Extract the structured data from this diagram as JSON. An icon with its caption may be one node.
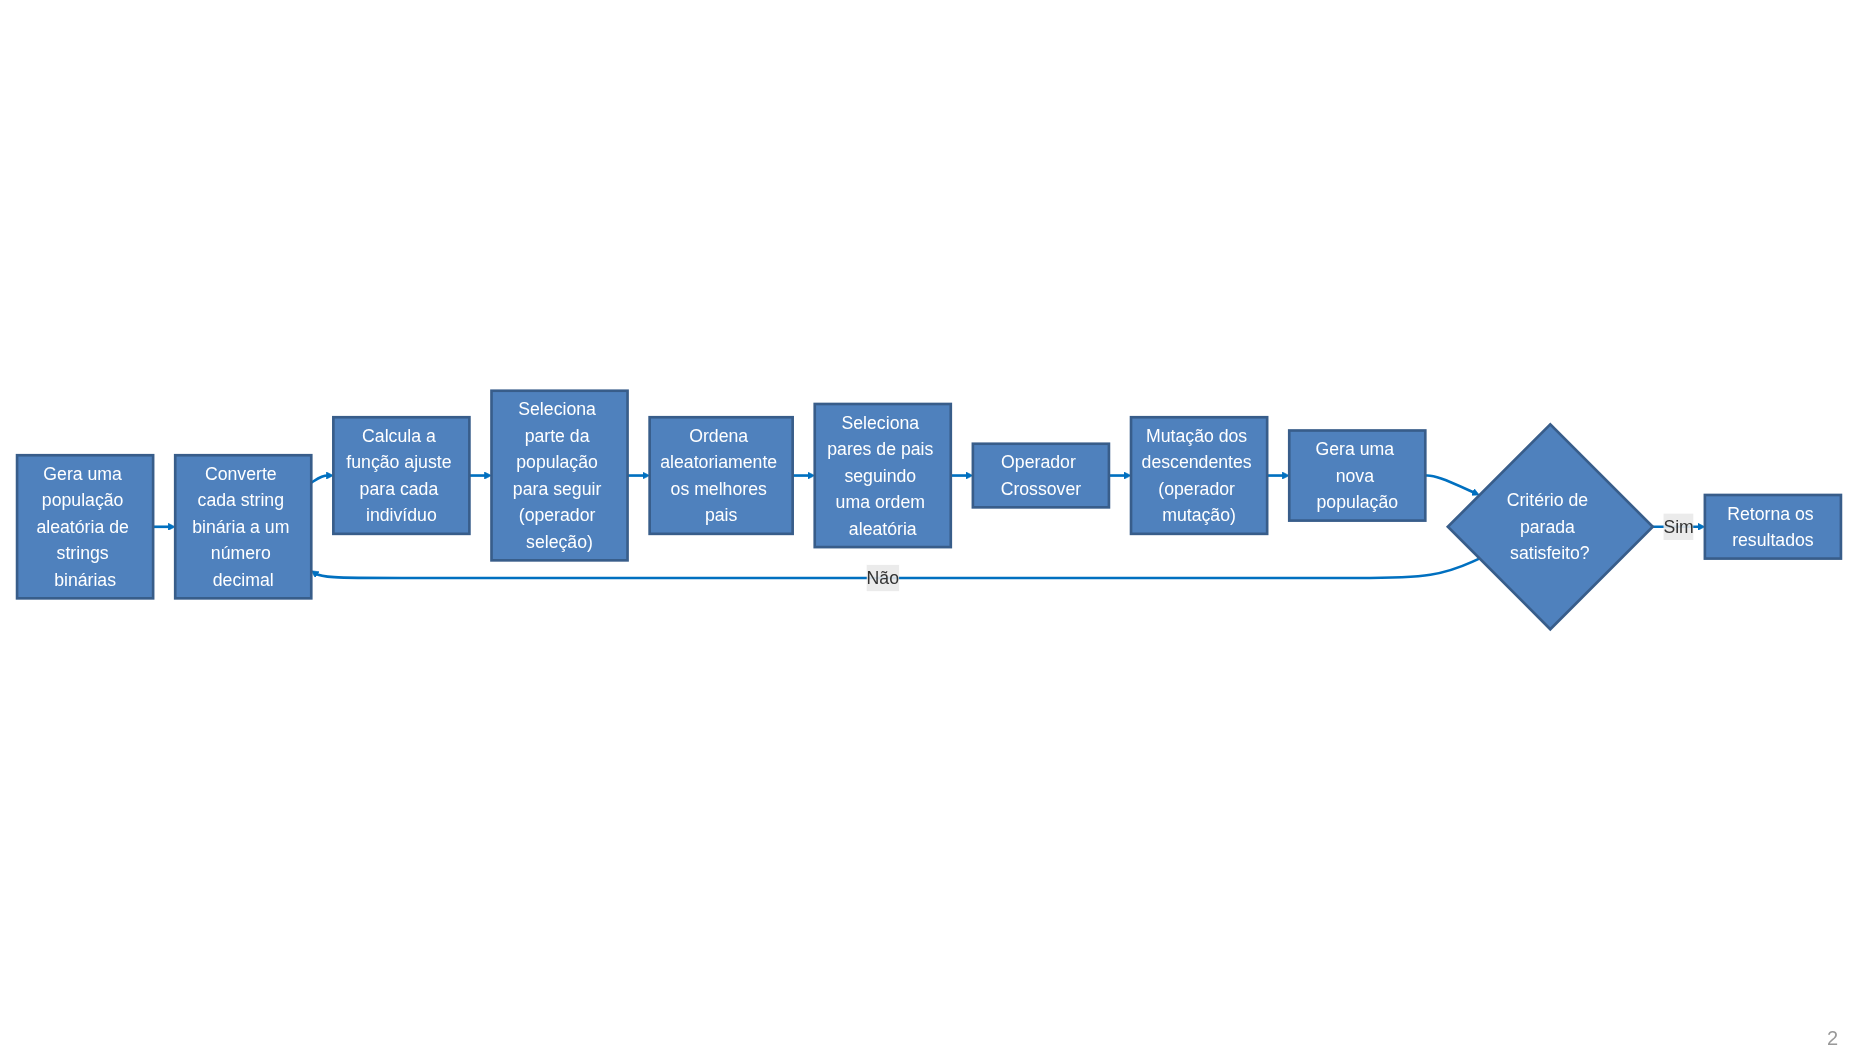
{
  "diagram": {
    "nodes": [
      {
        "text": [
          "Gera uma população aleatória de strings binárias"
        ]
      },
      {
        "text": [
          "Converte cada string binária a um número decimal"
        ]
      },
      {
        "text": [
          "Calcula a função ajuste para cada indivíduo"
        ]
      },
      {
        "text": [
          "Seleciona parte da população para seguir (operador seleção)"
        ]
      },
      {
        "text": [
          "Ordena aleatoriamente os melhores pais"
        ]
      },
      {
        "text": [
          "Seleciona pares de pais seguindo uma ordem aleatória"
        ]
      },
      {
        "text": [
          "Operador Crossover"
        ]
      },
      {
        "text": [
          "Mutação dos descendentes (operador mutação)"
        ]
      },
      {
        "text": [
          "Gera uma nova população"
        ]
      },
      {
        "text": [
          "Critério de parada satisfeito?"
        ]
      },
      {
        "text": [
          "Retorna os resultados"
        ]
      }
    ],
    "edges": [
      {
        "from": 0,
        "to": 1,
        "arrow": "to"
      },
      {
        "from": 1,
        "to": 2,
        "arrow": "to"
      },
      {
        "from": 2,
        "to": 3,
        "arrow": "to"
      },
      {
        "from": 3,
        "to": 4,
        "arrow": "to"
      },
      {
        "from": 4,
        "to": 5,
        "arrow": "to"
      },
      {
        "from": 5,
        "to": 6,
        "arrow": "to"
      },
      {
        "from": 6,
        "to": 7,
        "arrow": "to"
      },
      {
        "from": 7,
        "to": 8,
        "arrow": "to"
      },
      {
        "from": 8,
        "to": 9,
        "arrow": "to"
      },
      {
        "from": 9,
        "to": 10,
        "label": "Sim",
        "arrow": "to"
      },
      {
        "from": 9,
        "to": 1,
        "label": "Não",
        "arrow": "to"
      }
    ],
    "labels": [
      "2"
    ]
  }
}
